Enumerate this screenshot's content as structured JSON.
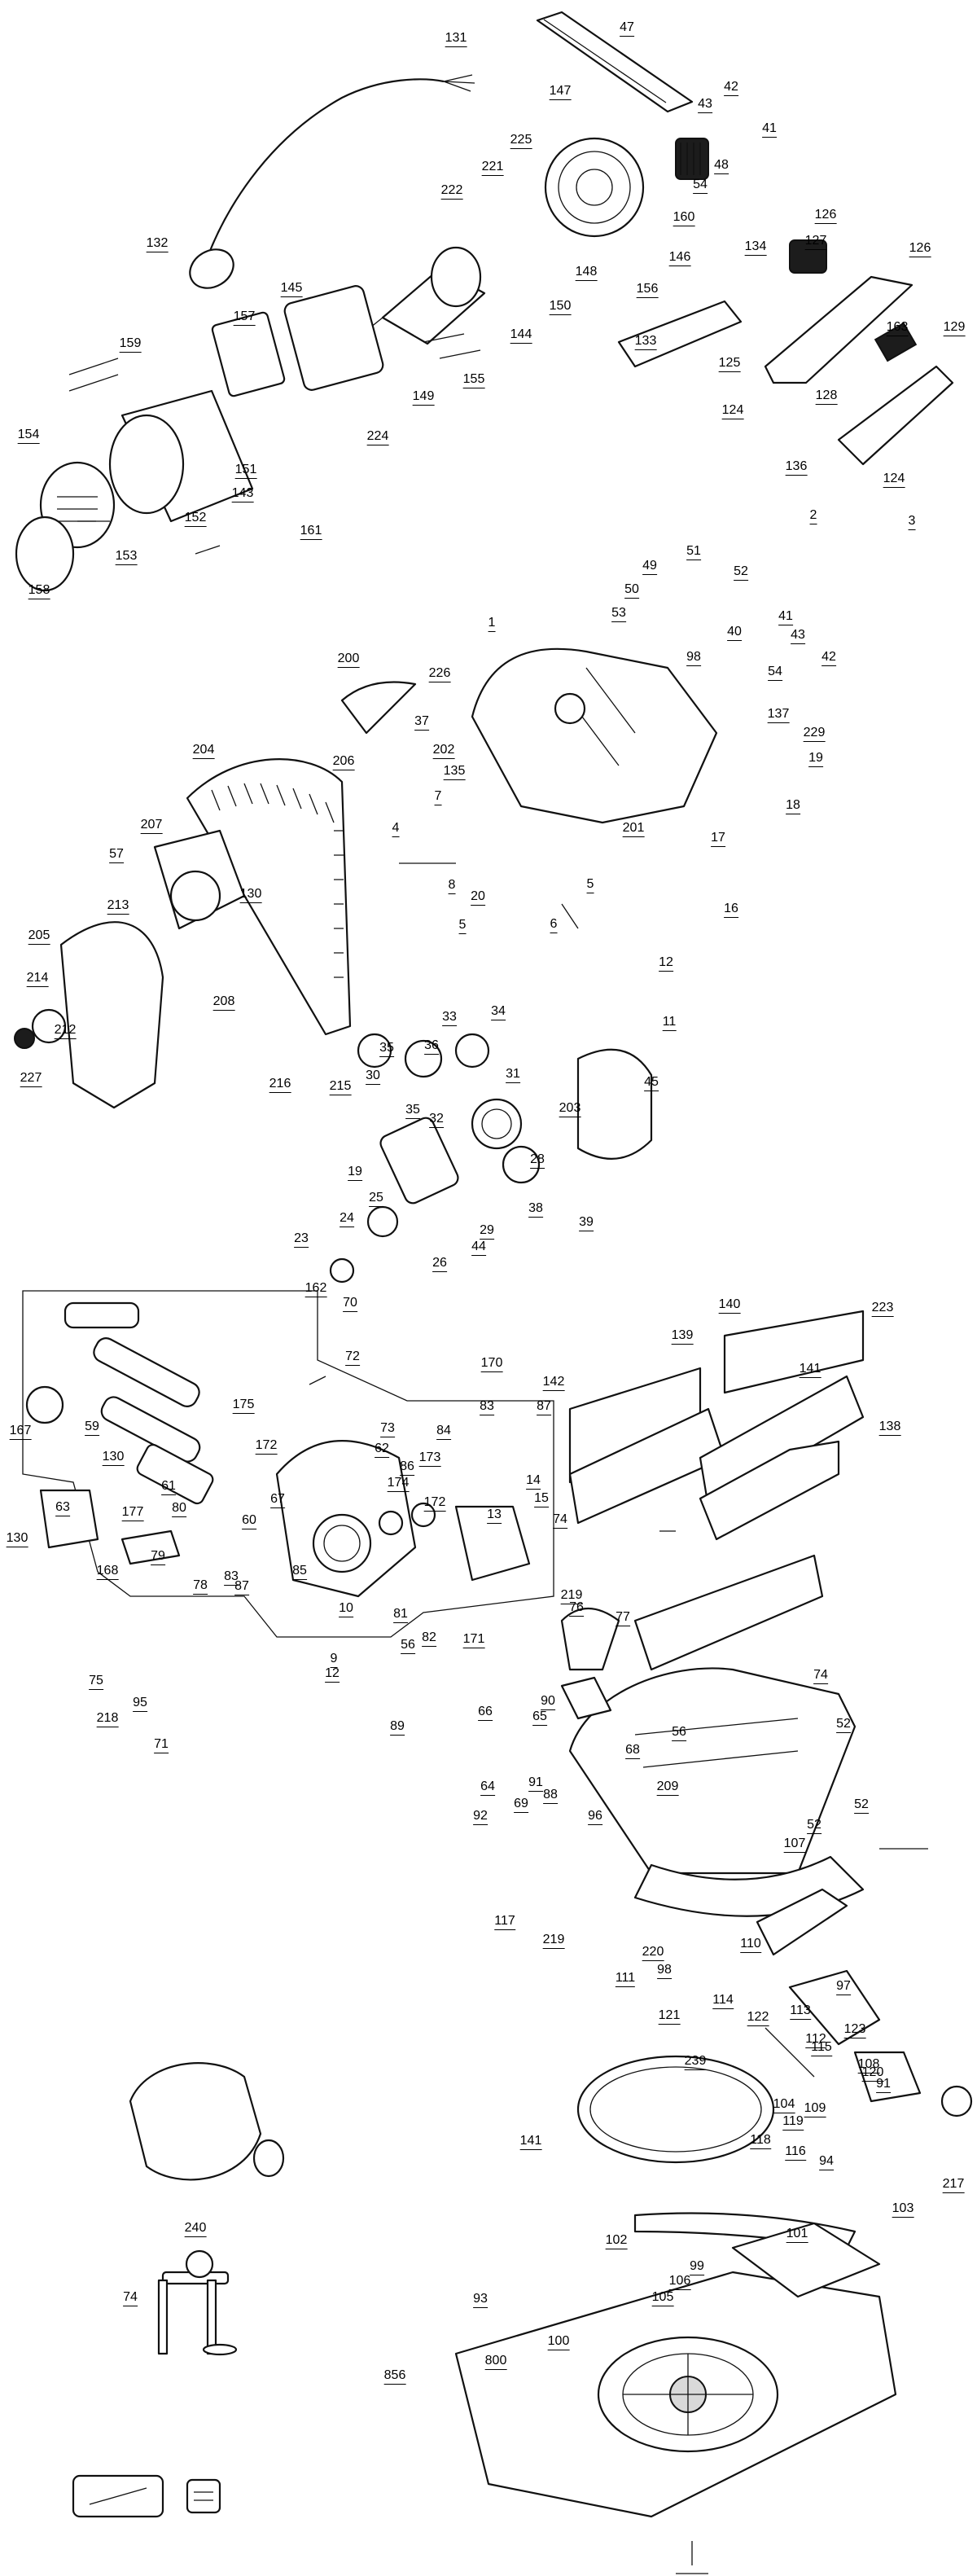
{
  "diagram": {
    "labels": [
      "131",
      "47",
      "147",
      "42",
      "43",
      "41",
      "225",
      "221",
      "48",
      "54",
      "222",
      "160",
      "132",
      "146",
      "148",
      "156",
      "134",
      "126",
      "127",
      "126",
      "145",
      "150",
      "133",
      "144",
      "157",
      "159",
      "125",
      "163",
      "129",
      "149",
      "155",
      "124",
      "128",
      "154",
      "224",
      "143",
      "151",
      "136",
      "124",
      "152",
      "161",
      "153",
      "158",
      "2",
      "3",
      "49",
      "51",
      "50",
      "52",
      "53",
      "40",
      "41",
      "42",
      "43",
      "54",
      "1",
      "200",
      "226",
      "98",
      "37",
      "137",
      "229",
      "202",
      "135",
      "19",
      "18",
      "7",
      "204",
      "206",
      "201",
      "17",
      "4",
      "8",
      "20",
      "5",
      "207",
      "57",
      "130",
      "213",
      "208",
      "5",
      "6",
      "16",
      "205",
      "214",
      "212",
      "227",
      "12",
      "11",
      "216",
      "215",
      "33",
      "34",
      "36",
      "35",
      "30",
      "31",
      "203",
      "32",
      "45",
      "35",
      "19",
      "28",
      "25",
      "24",
      "29",
      "38",
      "23",
      "26",
      "44",
      "39",
      "162",
      "70",
      "140",
      "223",
      "72",
      "170",
      "142",
      "139",
      "141",
      "175",
      "83",
      "87",
      "73",
      "167",
      "59",
      "172",
      "84",
      "138",
      "130",
      "62",
      "173",
      "86",
      "174",
      "61",
      "14",
      "177",
      "15",
      "63",
      "67",
      "130",
      "60",
      "172",
      "13",
      "74",
      "80",
      "79",
      "168",
      "78",
      "87",
      "83",
      "85",
      "219",
      "76",
      "77",
      "10",
      "81",
      "82",
      "171",
      "9",
      "56",
      "90",
      "75",
      "12",
      "74",
      "52",
      "95",
      "66",
      "218",
      "89",
      "65",
      "56",
      "68",
      "71",
      "91",
      "64",
      "88",
      "209",
      "92",
      "69",
      "52",
      "52",
      "107",
      "96",
      "117",
      "219",
      "220",
      "110",
      "98",
      "111",
      "97",
      "114",
      "121",
      "123",
      "113",
      "122",
      "115",
      "112",
      "108",
      "239",
      "120",
      "91",
      "109",
      "104",
      "119",
      "116",
      "118",
      "94",
      "217",
      "103",
      "141",
      "101",
      "102",
      "240",
      "99",
      "106",
      "74",
      "105",
      "93",
      "100",
      "800",
      "856"
    ]
  }
}
